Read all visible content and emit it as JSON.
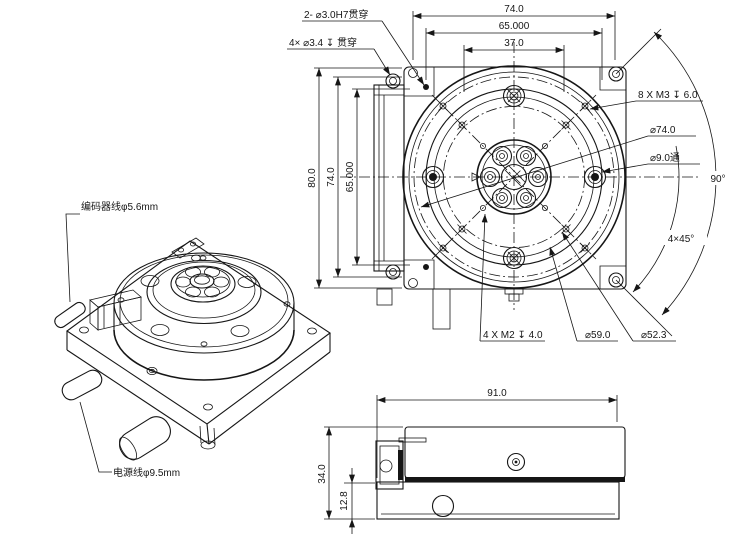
{
  "drawing": {
    "type": "engineering-drawing",
    "subject": "motorized rotary stage, three views",
    "line_color": "#161616",
    "background": "#ffffff",
    "iso_view": {
      "encoder_cable_label": "编码器线φ5.6mm",
      "power_cable_label": "电源线φ9.5mm"
    },
    "top_view": {
      "callouts": {
        "pin_holes": "2- ⌀3.0H7贯穿",
        "cbore_holes": "4× ⌀3.4 ↧ 贯穿",
        "m3_holes": "8 X M3 ↧ 6.0",
        "bolt_circle": "⌀74.0",
        "through_hole": "⌀9.0通",
        "m2_holes": "4 X M2 ↧ 4.0",
        "dia_59": "⌀59.0",
        "dia_52": "⌀52.3",
        "angle_90": "90°",
        "angle_4x45": "4×45°"
      },
      "dims": {
        "width_outer": "74.0",
        "width_mid": "65.000",
        "width_inner": "37.0",
        "height_outer": "80.0",
        "height_mid": "74.0",
        "height_inner": "65.000"
      }
    },
    "side_view": {
      "dims": {
        "width": "91.0",
        "height": "34.0",
        "base_height": "12.8"
      }
    }
  }
}
